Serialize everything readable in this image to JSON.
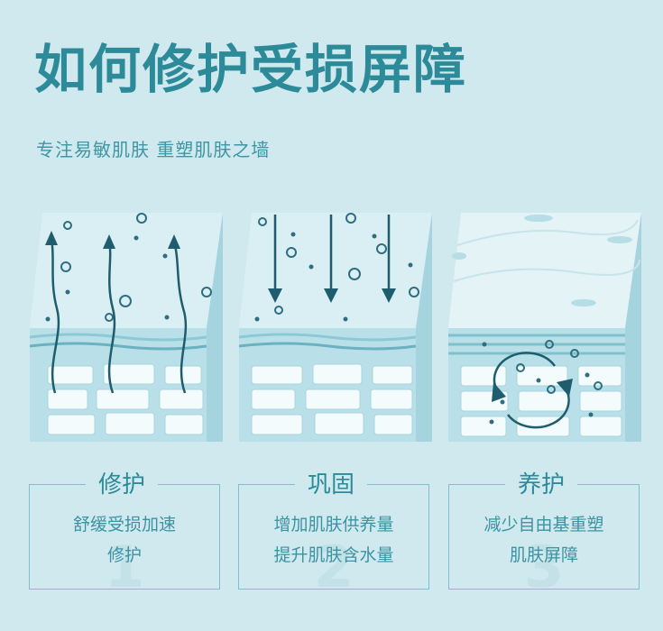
{
  "title": "如何修护受损屏障",
  "subtitle": "专注易敏肌肤 重塑肌肤之墙",
  "colors": {
    "background": "#cfe9ef",
    "accent": "#2d8a99",
    "arrow": "#1f5d6e",
    "border": "#7ec0cc"
  },
  "cards": [
    {
      "title": "修护",
      "lines": [
        "舒缓受损加速",
        "修护"
      ],
      "number": "1"
    },
    {
      "title": "巩固",
      "lines": [
        "增加肌肤供养量",
        "提升肌肤含水量"
      ],
      "number": "2"
    },
    {
      "title": "养护",
      "lines": [
        "减少自由基重塑",
        "肌肤屏障"
      ],
      "number": "3"
    }
  ]
}
